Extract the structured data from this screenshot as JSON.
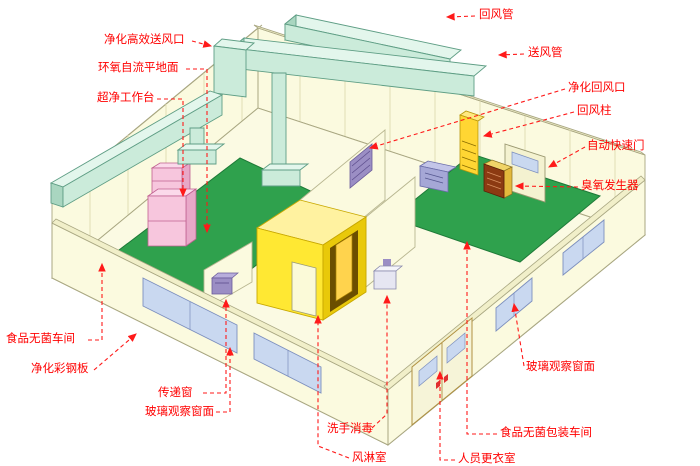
{
  "diagram": {
    "type": "isometric-cleanroom-cutaway",
    "colors": {
      "label_text": "#ff0000",
      "leader_line": "#ff1a1a",
      "wall": "#FBFADF",
      "wall_top": "#F1EFC9",
      "floor_green": "#2FA14D",
      "duct": "#CBEBDA",
      "duct_top": "#E3F6EC",
      "duct_side": "#A9D6C0",
      "window_glass": "#C9D8F0",
      "air_shower_yellow": "#FFE833",
      "air_shower_side": "#E9C90A",
      "bench_pink": "#F7C6DD",
      "equipment_purple": "#9B8EC4",
      "column_yellow": "#FFD633"
    },
    "labels": [
      {
        "id": "return-air-duct",
        "text": "回风管"
      },
      {
        "id": "supply-air-duct",
        "text": "送风管"
      },
      {
        "id": "hepa-supply-outlet",
        "text": "净化高效送风口"
      },
      {
        "id": "epoxy-self-leveling-floor",
        "text": "环氧自流平地面"
      },
      {
        "id": "clean-bench",
        "text": "超净工作台"
      },
      {
        "id": "purified-return-outlet",
        "text": "净化回风口"
      },
      {
        "id": "return-air-column",
        "text": "回风柱"
      },
      {
        "id": "automatic-quick-door",
        "text": "自动快速门"
      },
      {
        "id": "ozone-generator",
        "text": "臭氧发生器"
      },
      {
        "id": "glass-observation-window-right",
        "text": "玻璃观察窗面"
      },
      {
        "id": "sterile-packaging-workshop",
        "text": "食品无菌包装车间"
      },
      {
        "id": "personnel-changing-room",
        "text": "人员更衣室"
      },
      {
        "id": "hand-wash-disinfection",
        "text": "洗手消毒"
      },
      {
        "id": "air-shower-room",
        "text": "风淋室"
      },
      {
        "id": "glass-observation-window-front",
        "text": "玻璃观察窗面"
      },
      {
        "id": "transfer-window",
        "text": "传递窗"
      },
      {
        "id": "purification-steel-panel",
        "text": "净化彩钢板"
      },
      {
        "id": "sterile-workshop",
        "text": "食品无菌车间"
      }
    ]
  }
}
